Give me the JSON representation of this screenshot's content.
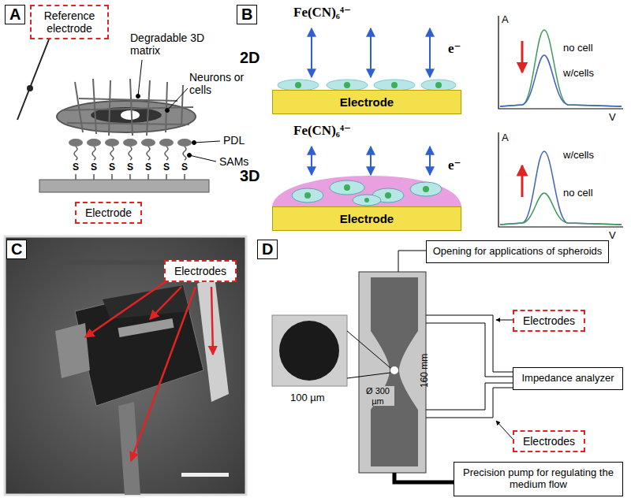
{
  "diagram": {
    "nodes": [
      {
        "text": [
          "Reference electrode"
        ]
      },
      {
        "text": [
          "Electrode"
        ]
      },
      {
        "text": [
          "Electrode"
        ]
      },
      {
        "text": [
          "Electrode"
        ]
      },
      {
        "text": [
          "Electrodes"
        ]
      },
      {
        "text": [
          "Opening for applications of spheroids"
        ]
      },
      {
        "text": [
          "Electrodes"
        ]
      },
      {
        "text": [
          "Impedance analyzer"
        ]
      },
      {
        "text": [
          "Electrodes"
        ]
      },
      {
        "text": [
          "Precision pump for regulating the medium flow"
        ]
      }
    ],
    "labels": [
      "A",
      "B",
      "C",
      "D",
      "Degradable 3D matrix",
      "Neurons or cells",
      "PDL",
      "SAMs",
      "S",
      "S",
      "S",
      "S",
      "S",
      "S",
      "S",
      "Fe(CN)₆⁴⁻",
      "2D",
      "e⁻",
      "A",
      "V",
      "no cell",
      "w/cells",
      "Fe(CN)₆⁴⁻",
      "3D",
      "e⁻",
      "A",
      "V",
      "w/cells",
      "no cell",
      "Ø 300 µm",
      "100 µm",
      "160 mm"
    ]
  }
}
